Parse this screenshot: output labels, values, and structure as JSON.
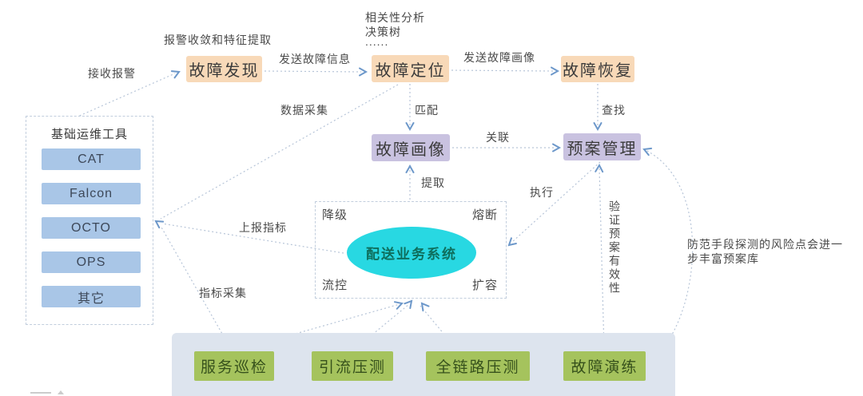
{
  "diagram": {
    "nodes": {
      "fault_discovery": "故障发现",
      "fault_location": "故障定位",
      "fault_recovery": "故障恢复",
      "fault_portrait": "故障画像",
      "plan_management": "预案管理",
      "business_system": "配送业务系统"
    },
    "tools_panel": {
      "title": "基础运维工具",
      "items": [
        "CAT",
        "Falcon",
        "OCTO",
        "OPS",
        "其它"
      ]
    },
    "bottom_panel": {
      "items": [
        "服务巡检",
        "引流压测",
        "全链路压测",
        "故障演练"
      ]
    },
    "edge_labels": {
      "receive_alarm": "接收报警",
      "alarm_convergence": "报警收敛和特征提取",
      "send_fault_info": "发送故障信息",
      "correlation_lines": [
        "相关性分析",
        "决策树",
        "......"
      ],
      "send_fault_portrait": "发送故障画像",
      "data_collection": "数据采集",
      "match": "匹配",
      "lookup": "查找",
      "associate": "关联",
      "extract": "提取",
      "execute": "执行",
      "report_metrics": "上报指标",
      "metric_collection": "指标采集",
      "degrade": "降级",
      "circuit_break": "熔断",
      "flow_control": "流控",
      "scale_out": "扩容",
      "verify_plan": "验证预案有效性",
      "risk_note": "防范手段探测的风险点会进一步丰富预案库"
    },
    "colors": {
      "stage_bg": "#ffffff",
      "orange_node": "#f8d9b8",
      "purple_node": "#c9c2e0",
      "blue_item": "#a9c6e7",
      "green_node": "#a5c35d",
      "cyan_ellipse": "#28d8e2",
      "bottom_panel": "#dde4ee",
      "dashed_line": "#b7c5d8",
      "arrowhead": "#6d98ca",
      "label_text": "#4a4a4a",
      "node_text": "#3b3b3b"
    }
  }
}
